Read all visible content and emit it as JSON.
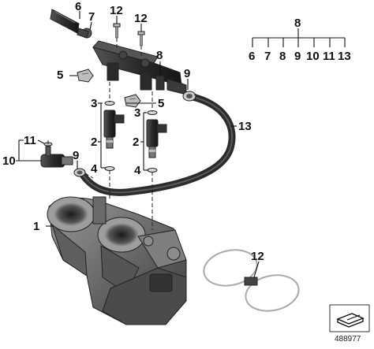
{
  "diagram": {
    "id": "488977",
    "labels": {
      "l1": "1",
      "l2a": "2",
      "l2b": "2",
      "l3a": "3",
      "l3b": "3",
      "l4a": "4",
      "l4b": "4",
      "l5a": "5",
      "l5b": "5",
      "l6": "6",
      "l7": "7",
      "l8": "8",
      "l9a": "9",
      "l9b": "9",
      "l10": "10",
      "l11": "11",
      "l12a": "12",
      "l12b": "12",
      "l12c": "12",
      "l13": "13"
    },
    "tree": {
      "root": "8",
      "children": [
        "6",
        "7",
        "8",
        "9",
        "10",
        "11",
        "13"
      ]
    }
  },
  "colors": {
    "part_dark": "#2e2e2e",
    "part_mid": "#6f6f6f",
    "part_light": "#b5b5b5",
    "hose": "#3a3a3a",
    "line": "#111111"
  }
}
